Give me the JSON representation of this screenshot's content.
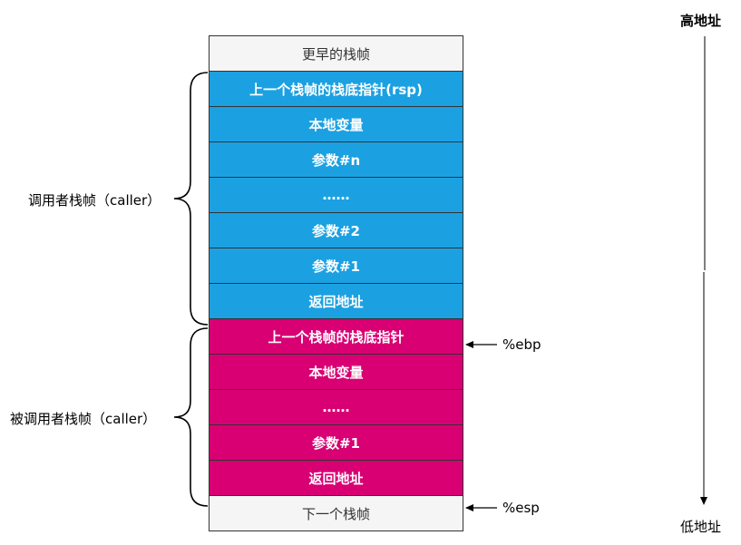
{
  "stack": {
    "top_cell": "更早的栈帧",
    "caller_cells": [
      "上一个栈帧的栈底指针(rsp)",
      "本地变量",
      "参数#n",
      "……",
      "参数#2",
      "参数#1",
      "返回地址"
    ],
    "callee_cells": [
      "上一个栈帧的栈底指针",
      "本地变量",
      "……",
      "参数#1",
      "返回地址"
    ],
    "bottom_cell": "下一个栈帧"
  },
  "brackets": {
    "caller_label": "调用者栈帧（caller）",
    "callee_label": "被调用者栈帧（caller）"
  },
  "pointers": {
    "ebp": "%ebp",
    "esp": "%esp"
  },
  "address_axis": {
    "high": "高地址",
    "low": "低地址"
  },
  "colors": {
    "caller_fill": "#1ba1e2",
    "callee_fill": "#d80073",
    "edge_fill": "#f5f5f5"
  }
}
